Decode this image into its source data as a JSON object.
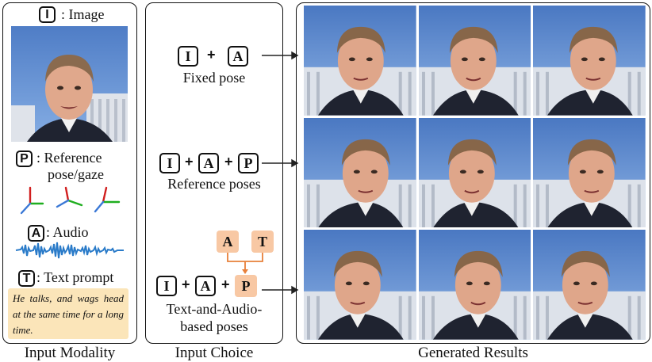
{
  "panels": {
    "input_modality": {
      "caption": "Input Modality",
      "items": [
        {
          "key": "I",
          "label": ": Image"
        },
        {
          "key": "P",
          "label": ": Reference",
          "label2": "pose/gaze"
        },
        {
          "key": "A",
          "label": ": Audio"
        },
        {
          "key": "T",
          "label": ": Text prompt"
        }
      ],
      "text_prompt": "He talks, and wags head at the same time for a long time."
    },
    "input_choice": {
      "caption": "Input Choice",
      "rows": [
        {
          "keys": [
            "I",
            "A"
          ],
          "label": "Fixed pose"
        },
        {
          "keys": [
            "I",
            "A",
            "P"
          ],
          "label": "Reference poses"
        },
        {
          "keys": [
            "I",
            "A",
            "P"
          ],
          "label": "Text-and-Audio-",
          "label2": "based poses",
          "sources": [
            "A",
            "T"
          ]
        }
      ]
    },
    "generated": {
      "caption": "Generated Results",
      "grid_rows": 3,
      "grid_cols": 3
    }
  },
  "colors": {
    "border": "#111111",
    "prompt_bg": "#fbe5b9",
    "orange_key": "#f8c8a4",
    "orange_line": "#e8803a",
    "audio_wave": "#2a7bc9",
    "axis_red": "#d11f1f",
    "axis_green": "#1fae1f",
    "axis_blue": "#3a78d6"
  }
}
